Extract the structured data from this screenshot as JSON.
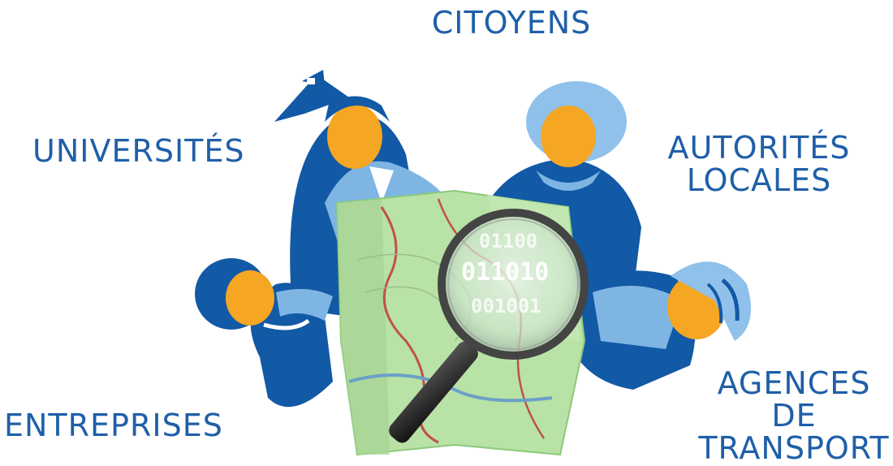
{
  "labels": {
    "citoyens": "CITOYENS",
    "universites": "UNIVERSITÉS",
    "autorites_line1": "AUTORITÉS",
    "autorites_line2": "LOCALES",
    "entreprises": "ENTREPRISES",
    "agences_line1": "AGENCES",
    "agences_line2": "DE",
    "agences_line3": "TRANSPORT"
  },
  "magnifier_digits": {
    "row1": "01100",
    "row2": "011010",
    "row3": "001001"
  },
  "colors": {
    "label_text": "#1f5fa8",
    "dark_blue": "#1259a6",
    "light_blue": "#7fb5e3",
    "face_orange": "#f5a623",
    "map_green": "#b8e2a6",
    "map_route": "#c0504d",
    "magnifier_handle": "#222222"
  },
  "icons": [
    "graduation-cap-icon",
    "helmet-icon",
    "magnifier-icon",
    "map-icon"
  ]
}
